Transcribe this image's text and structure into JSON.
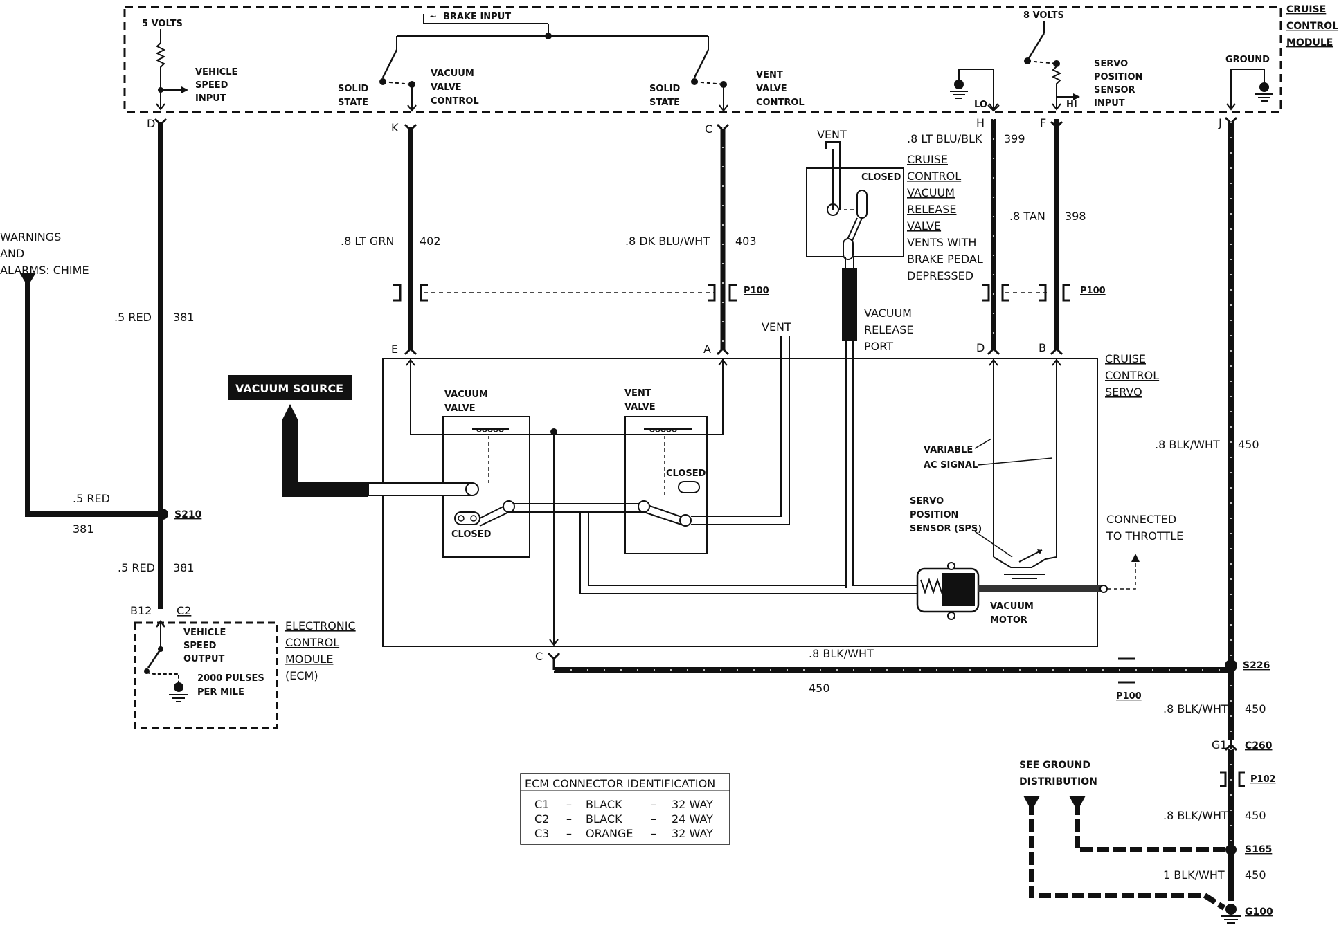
{
  "module": {
    "title": [
      "CRUISE",
      "CONTROL",
      "MODULE"
    ],
    "five_volts": "5 VOLTS",
    "eight_volts": "8 VOLTS",
    "brake_input": "BRAKE INPUT",
    "vehicle_speed_input": [
      "VEHICLE",
      "SPEED",
      "INPUT"
    ],
    "solid_state": [
      "SOLID",
      "STATE"
    ],
    "vacuum_valve_control": [
      "VACUUM",
      "VALVE",
      "CONTROL"
    ],
    "vent_valve_control": [
      "VENT",
      "VALVE",
      "CONTROL"
    ],
    "servo_position_sensor_input": [
      "SERVO",
      "POSITION",
      "SENSOR",
      "INPUT"
    ],
    "ground": "GROUND",
    "lo": "LO",
    "hi": "HI"
  },
  "pins": {
    "top": [
      "D",
      "K",
      "C",
      "H",
      "F",
      "J"
    ],
    "bottom": [
      "E",
      "A",
      "D",
      "B"
    ],
    "servo_c": "C",
    "ecm_b12": "B12",
    "ecm_c2": "C2",
    "g1": "G1"
  },
  "wires": {
    "w381": ".5 RED",
    "c381": "381",
    "w402": ".8 LT GRN",
    "c402": "402",
    "w403": ".8 DK BLU/WHT",
    "c403": "403",
    "w399": ".8 LT BLU/BLK",
    "c399": "399",
    "w398": ".8 TAN",
    "c398": "398",
    "w450": ".8 BLK/WHT",
    "c450": "450",
    "w450b": "1 BLK/WHT"
  },
  "connectors": {
    "p100": "P100",
    "p102": "P102",
    "c260": "C260"
  },
  "splices": {
    "s210": "S210",
    "s226": "S226",
    "s165": "S165",
    "g100": "G100"
  },
  "warnings": [
    "WARNINGS",
    "AND",
    "ALARMS: CHIME"
  ],
  "ecm": {
    "label": [
      "ELECTRONIC",
      "CONTROL",
      "MODULE",
      "(ECM)"
    ],
    "vehicle_speed_output": [
      "VEHICLE",
      "SPEED",
      "OUTPUT"
    ],
    "pulses": [
      "2000 PULSES",
      "PER MILE"
    ]
  },
  "vacuum_source": "VACUUM SOURCE",
  "release_valve": {
    "vent": "VENT",
    "closed": "CLOSED",
    "label": [
      "CRUISE",
      "CONTROL",
      "VACUUM",
      "RELEASE",
      "VALVE"
    ],
    "note": [
      "VENTS WITH",
      "BRAKE PEDAL",
      "DEPRESSED"
    ]
  },
  "vacuum_release_port": [
    "VACUUM",
    "RELEASE",
    "PORT"
  ],
  "servo": {
    "label": [
      "CRUISE",
      "CONTROL",
      "SERVO"
    ],
    "vent": "VENT",
    "vacuum_valve": [
      "VACUUM",
      "VALVE"
    ],
    "vent_valve": [
      "VENT",
      "VALVE"
    ],
    "closed": "CLOSED",
    "variable_ac_signal": [
      "VARIABLE",
      "AC SIGNAL"
    ],
    "sps": [
      "SERVO",
      "POSITION",
      "SENSOR (SPS)"
    ],
    "vacuum_motor": [
      "VACUUM",
      "MOTOR"
    ],
    "connected_to_throttle": [
      "CONNECTED",
      "TO THROTTLE"
    ]
  },
  "see_ground": [
    "SEE GROUND",
    "DISTRIBUTION"
  ],
  "ecm_connector_id": {
    "title": "ECM CONNECTOR IDENTIFICATION",
    "rows": [
      {
        "c": "C1",
        "dash1": "–",
        "color": "BLACK",
        "dash2": "–",
        "way": "32 WAY"
      },
      {
        "c": "C2",
        "dash1": "–",
        "color": "BLACK",
        "dash2": "–",
        "way": "24 WAY"
      },
      {
        "c": "C3",
        "dash1": "–",
        "color": "ORANGE",
        "dash2": "–",
        "way": "32 WAY"
      }
    ]
  }
}
